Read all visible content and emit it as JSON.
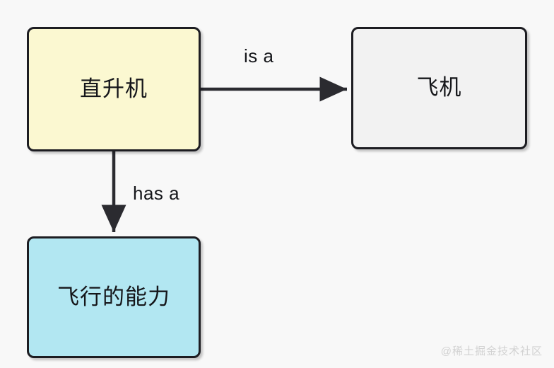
{
  "diagram": {
    "type": "relationship-diagram",
    "background_color": "#f8f8f8",
    "nodes": [
      {
        "id": "helicopter",
        "label": "直升机",
        "fill_color": "#fbf8d1",
        "border_color": "#1d1d22",
        "text_color": "#15161a"
      },
      {
        "id": "airplane",
        "label": "飞机",
        "fill_color": "#f2f2f2",
        "border_color": "#1d1d22",
        "text_color": "#15161a"
      },
      {
        "id": "flying-ability",
        "label": "飞行的能力",
        "fill_color": "#b2e7f2",
        "border_color": "#1d1d22",
        "text_color": "#15161a"
      }
    ],
    "edges": [
      {
        "id": "is-a",
        "label": "is a",
        "from": "helicopter",
        "to": "airplane",
        "direction": "horizontal",
        "color": "#15161a"
      },
      {
        "id": "has-a",
        "label": "has a",
        "from": "helicopter",
        "to": "flying-ability",
        "direction": "vertical",
        "color": "#15161a"
      }
    ]
  },
  "watermark": {
    "text": "@稀土掘金技术社区",
    "color": "#d2d2d2"
  }
}
